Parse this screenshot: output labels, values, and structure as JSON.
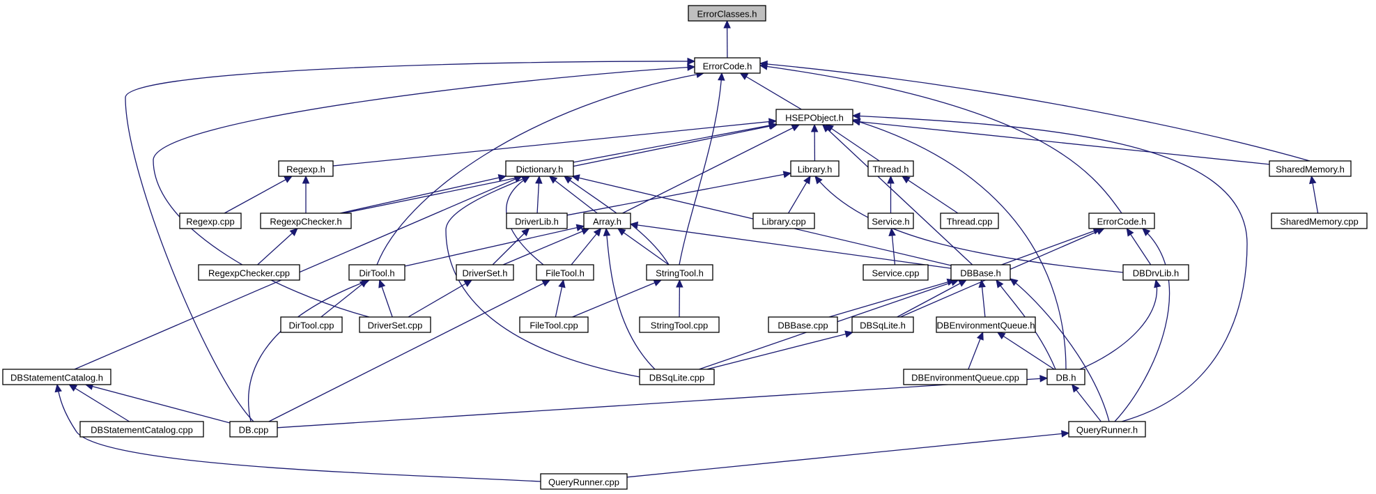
{
  "diagram": {
    "colors": {
      "edge": "#191970",
      "node_border": "#000000",
      "root_fill": "#bfbfbf",
      "node_fill": "#ffffff"
    },
    "nodes": {
      "ErrorClasses": "ErrorClasses.h",
      "ErrorCode": "ErrorCode.h",
      "HSEPObject": "HSEPObject.h",
      "Regexp": "Regexp.h",
      "Dictionary": "Dictionary.h",
      "Library": "Library.h",
      "Thread": "Thread.h",
      "SharedMemory": "SharedMemory.h",
      "RegexpCpp": "Regexp.cpp",
      "RegexpChecker": "RegexpChecker.h",
      "DriverLib": "DriverLib.h",
      "Array": "Array.h",
      "LibraryCpp": "Library.cpp",
      "Service": "Service.h",
      "ThreadCpp": "Thread.cpp",
      "ErrorCode2": "ErrorCode.h",
      "SharedMemoryCpp": "SharedMemory.cpp",
      "RegexpCheckerCpp": "RegexpChecker.cpp",
      "DirTool": "DirTool.h",
      "DriverSet": "DriverSet.h",
      "FileTool": "FileTool.h",
      "StringTool": "StringTool.h",
      "DBBase": "DBBase.h",
      "ServiceCpp": "Service.cpp",
      "DBDrvLib": "DBDrvLib.h",
      "DirToolCpp": "DirTool.cpp",
      "DriverSetCpp": "DriverSet.cpp",
      "FileToolCpp": "FileTool.cpp",
      "StringToolCpp": "StringTool.cpp",
      "DBBaseCpp": "DBBase.cpp",
      "DBSqLite": "DBSqLite.h",
      "DBEnvQueue": "DBEnvironmentQueue.h",
      "DBStatementCatalog": "DBStatementCatalog.h",
      "DBSqLiteCpp": "DBSqLite.cpp",
      "DBEnvQueueCpp": "DBEnvironmentQueue.cpp",
      "DBh": "DB.h",
      "DBStatementCatalogCpp": "DBStatementCatalog.cpp",
      "DBCpp": "DB.cpp",
      "QueryRunner": "QueryRunner.h",
      "QueryRunnerCpp": "QueryRunner.cpp"
    }
  }
}
